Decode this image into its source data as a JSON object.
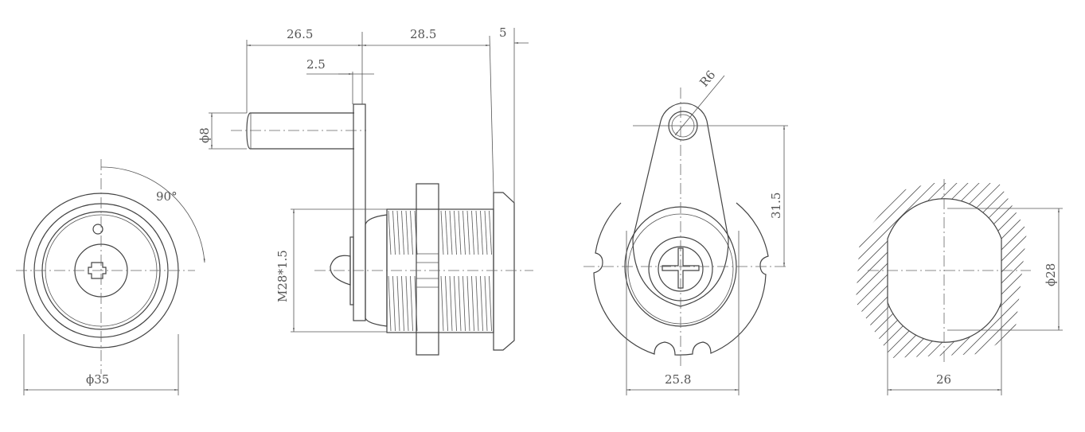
{
  "drawing": {
    "front_view": {
      "diameter_label": "ϕ35",
      "rotation_label": "90°"
    },
    "side_view": {
      "length_left_label": "26.5",
      "length_mid_label": "28.5",
      "length_right_label": "5",
      "plate_thickness_label": "2.5",
      "shaft_diameter_label": "ϕ8",
      "thread_label": "M28*1.5"
    },
    "cam_view": {
      "radius_label": "R6",
      "arm_length_label": "31.5",
      "width_label": "25.8"
    },
    "cutout_view": {
      "diameter_label": "ϕ28",
      "width_label": "26"
    },
    "line_color": "#444444"
  }
}
